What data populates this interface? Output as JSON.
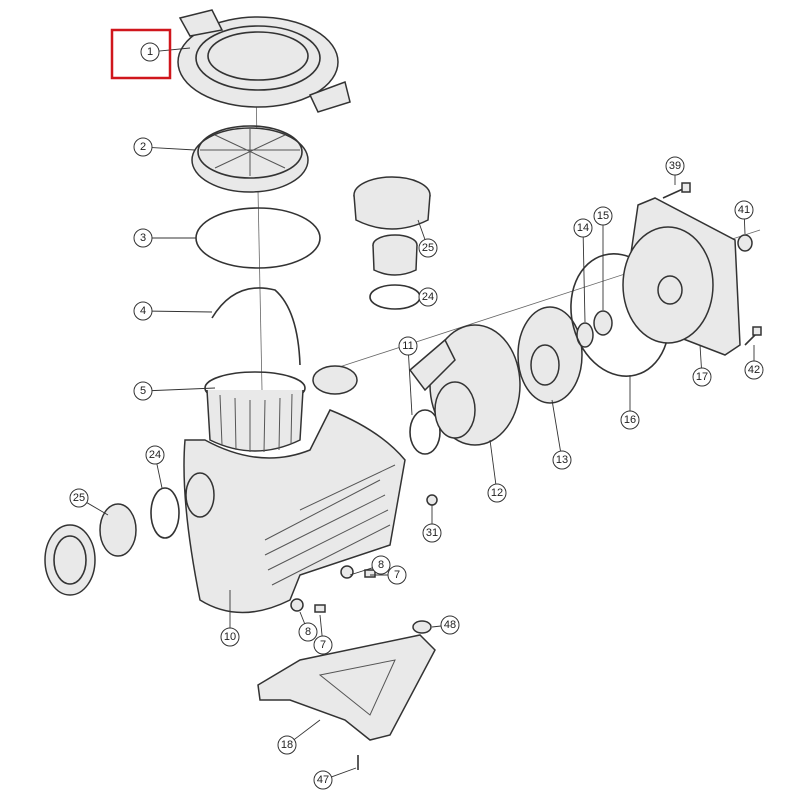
{
  "diagram": {
    "highlight_color": "#d0161c",
    "highlighted_callout": "1",
    "callouts": [
      "1",
      "2",
      "3",
      "4",
      "5",
      "24",
      "25",
      "10",
      "8",
      "7",
      "8",
      "7",
      "31",
      "11",
      "12",
      "13",
      "14",
      "15",
      "16",
      "17",
      "39",
      "41",
      "42",
      "25",
      "24",
      "48",
      "18",
      "47"
    ]
  }
}
